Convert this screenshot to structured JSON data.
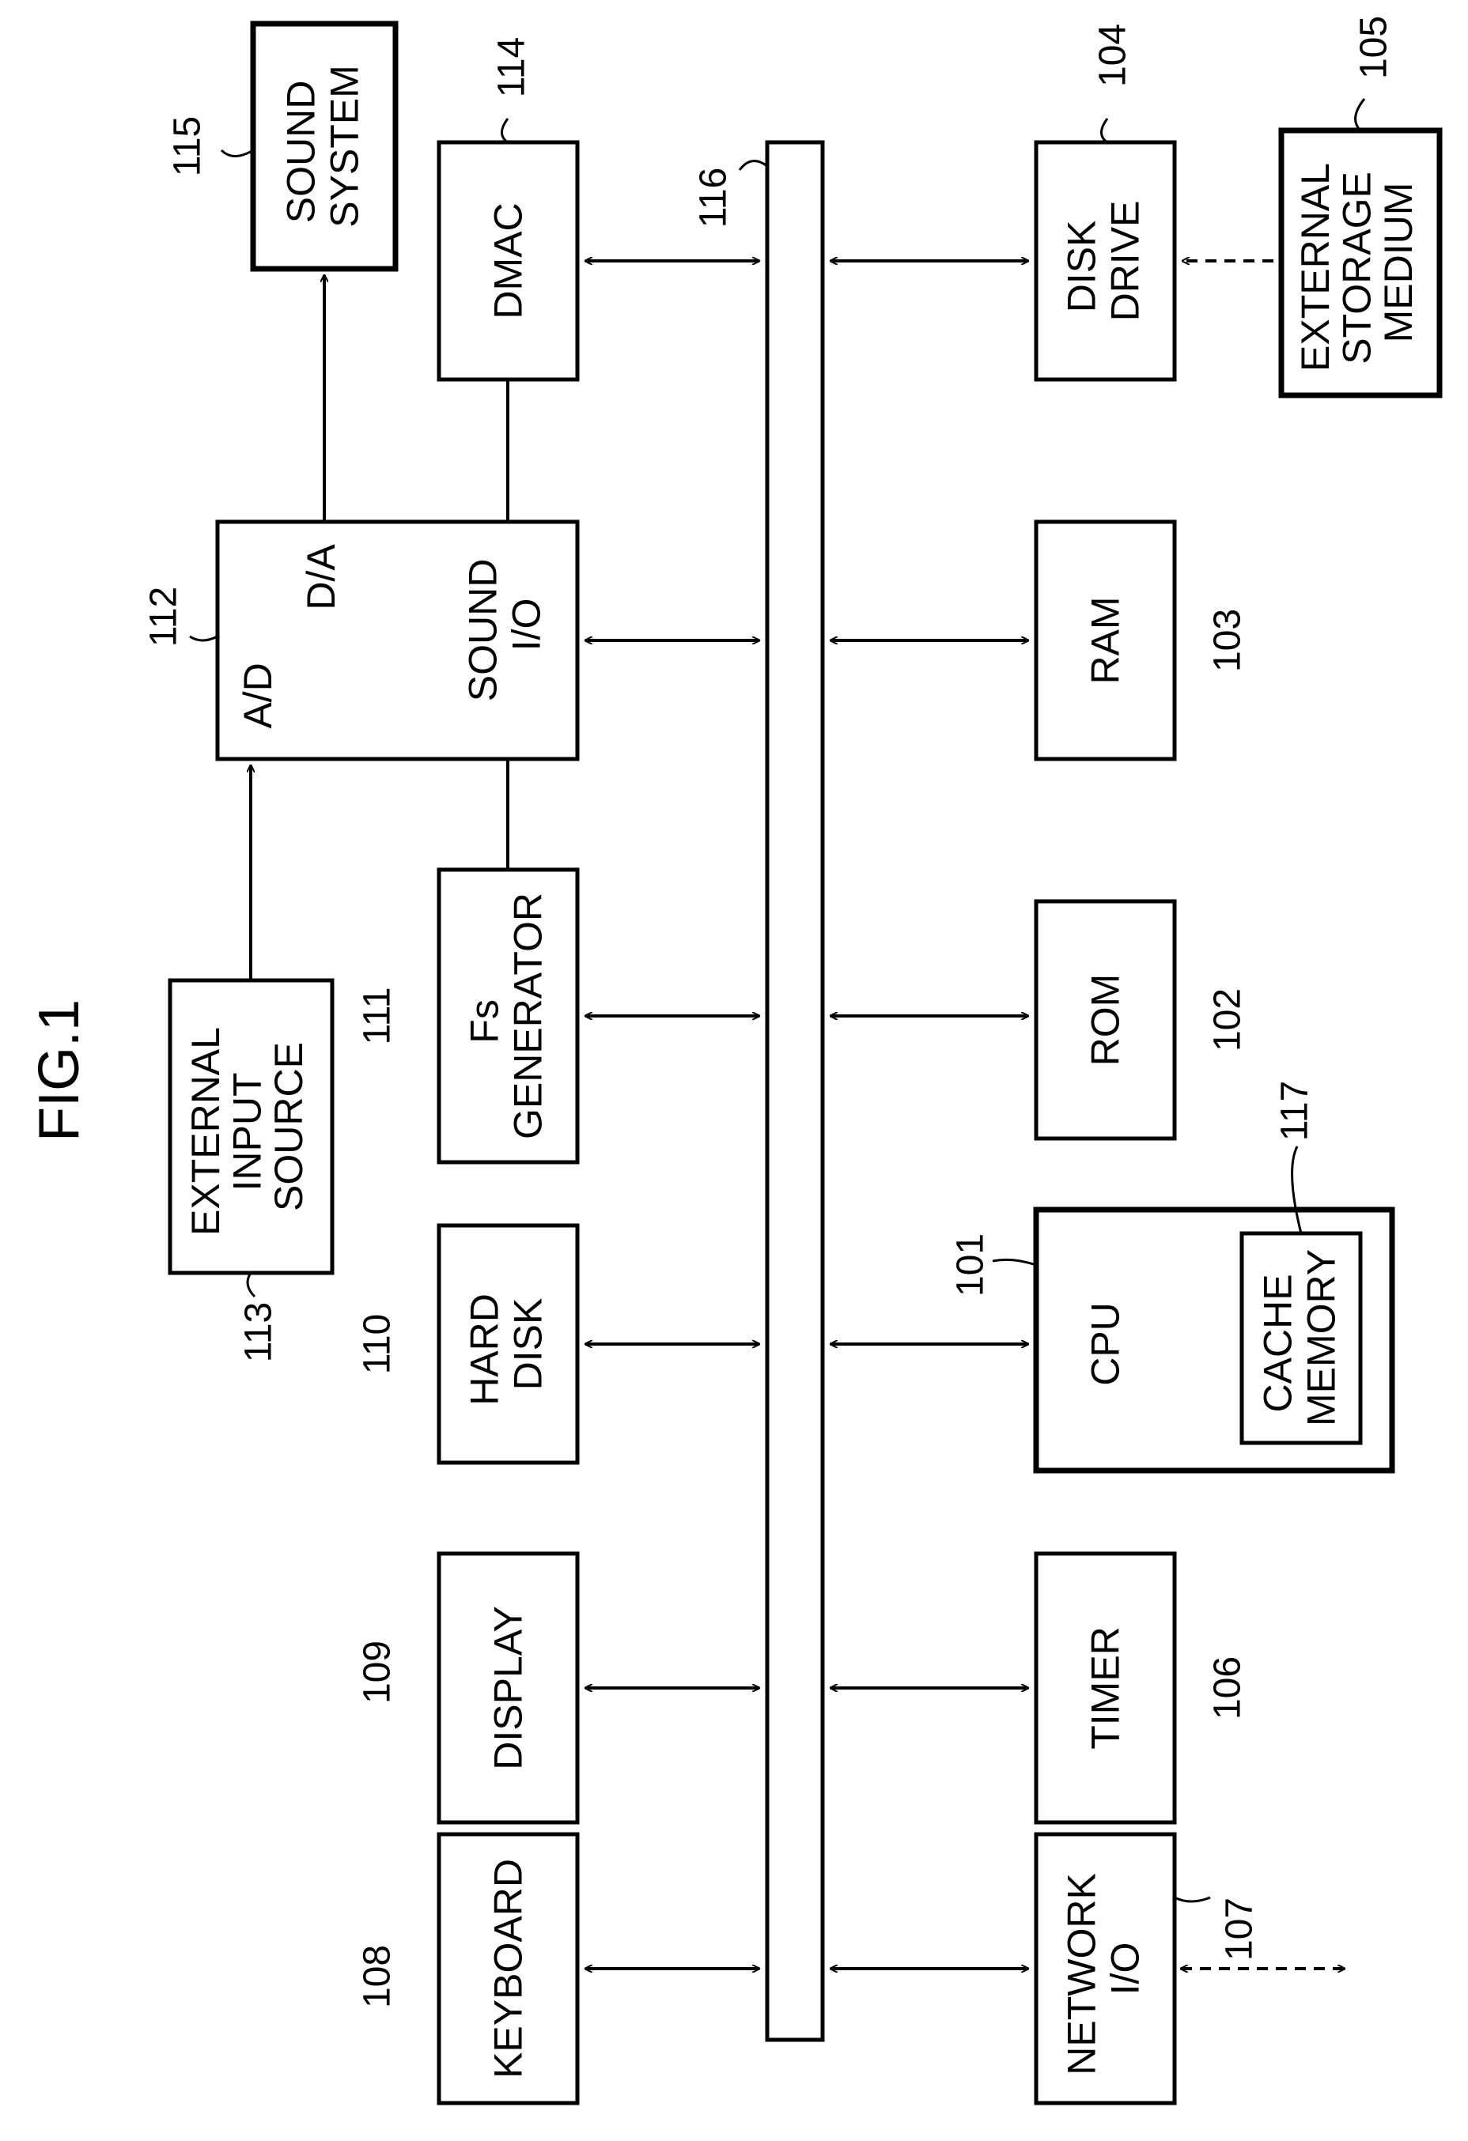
{
  "figure": {
    "title": "FIG.1"
  },
  "blocks": {
    "keyboard": {
      "lines": [
        "KEYBOARD"
      ],
      "ref": "108"
    },
    "display": {
      "lines": [
        "DISPLAY"
      ],
      "ref": "109"
    },
    "hard_disk": {
      "lines": [
        "HARD",
        "DISK"
      ],
      "ref": "110"
    },
    "fs_generator": {
      "lines": [
        "Fs",
        "GENERATOR"
      ],
      "ref": "111"
    },
    "sound_io": {
      "label_ad": "A/D",
      "label_da": "D/A",
      "lines": [
        "SOUND",
        "I/O"
      ],
      "ref": "112"
    },
    "external_input_source": {
      "lines": [
        "EXTERNAL",
        "INPUT",
        "SOURCE"
      ],
      "ref": "113"
    },
    "dmac": {
      "lines": [
        "DMAC"
      ],
      "ref": "114"
    },
    "sound_system": {
      "lines": [
        "SOUND",
        "SYSTEM"
      ],
      "ref": "115"
    },
    "bus": {
      "ref": "116"
    },
    "network_io": {
      "lines": [
        "NETWORK",
        "I/O"
      ],
      "ref": "107"
    },
    "timer": {
      "lines": [
        "TIMER"
      ],
      "ref": "106"
    },
    "cpu": {
      "lines": [
        "CPU"
      ],
      "ref": "101"
    },
    "cache_memory": {
      "lines": [
        "CACHE",
        "MEMORY"
      ],
      "ref": "117"
    },
    "rom": {
      "lines": [
        "ROM"
      ],
      "ref": "102"
    },
    "ram": {
      "lines": [
        "RAM"
      ],
      "ref": "103"
    },
    "disk_drive": {
      "lines": [
        "DISK",
        "DRIVE"
      ],
      "ref": "104"
    },
    "external_storage_medium": {
      "lines": [
        "EXTERNAL",
        "STORAGE",
        "MEDIUM"
      ],
      "ref": "105"
    }
  }
}
